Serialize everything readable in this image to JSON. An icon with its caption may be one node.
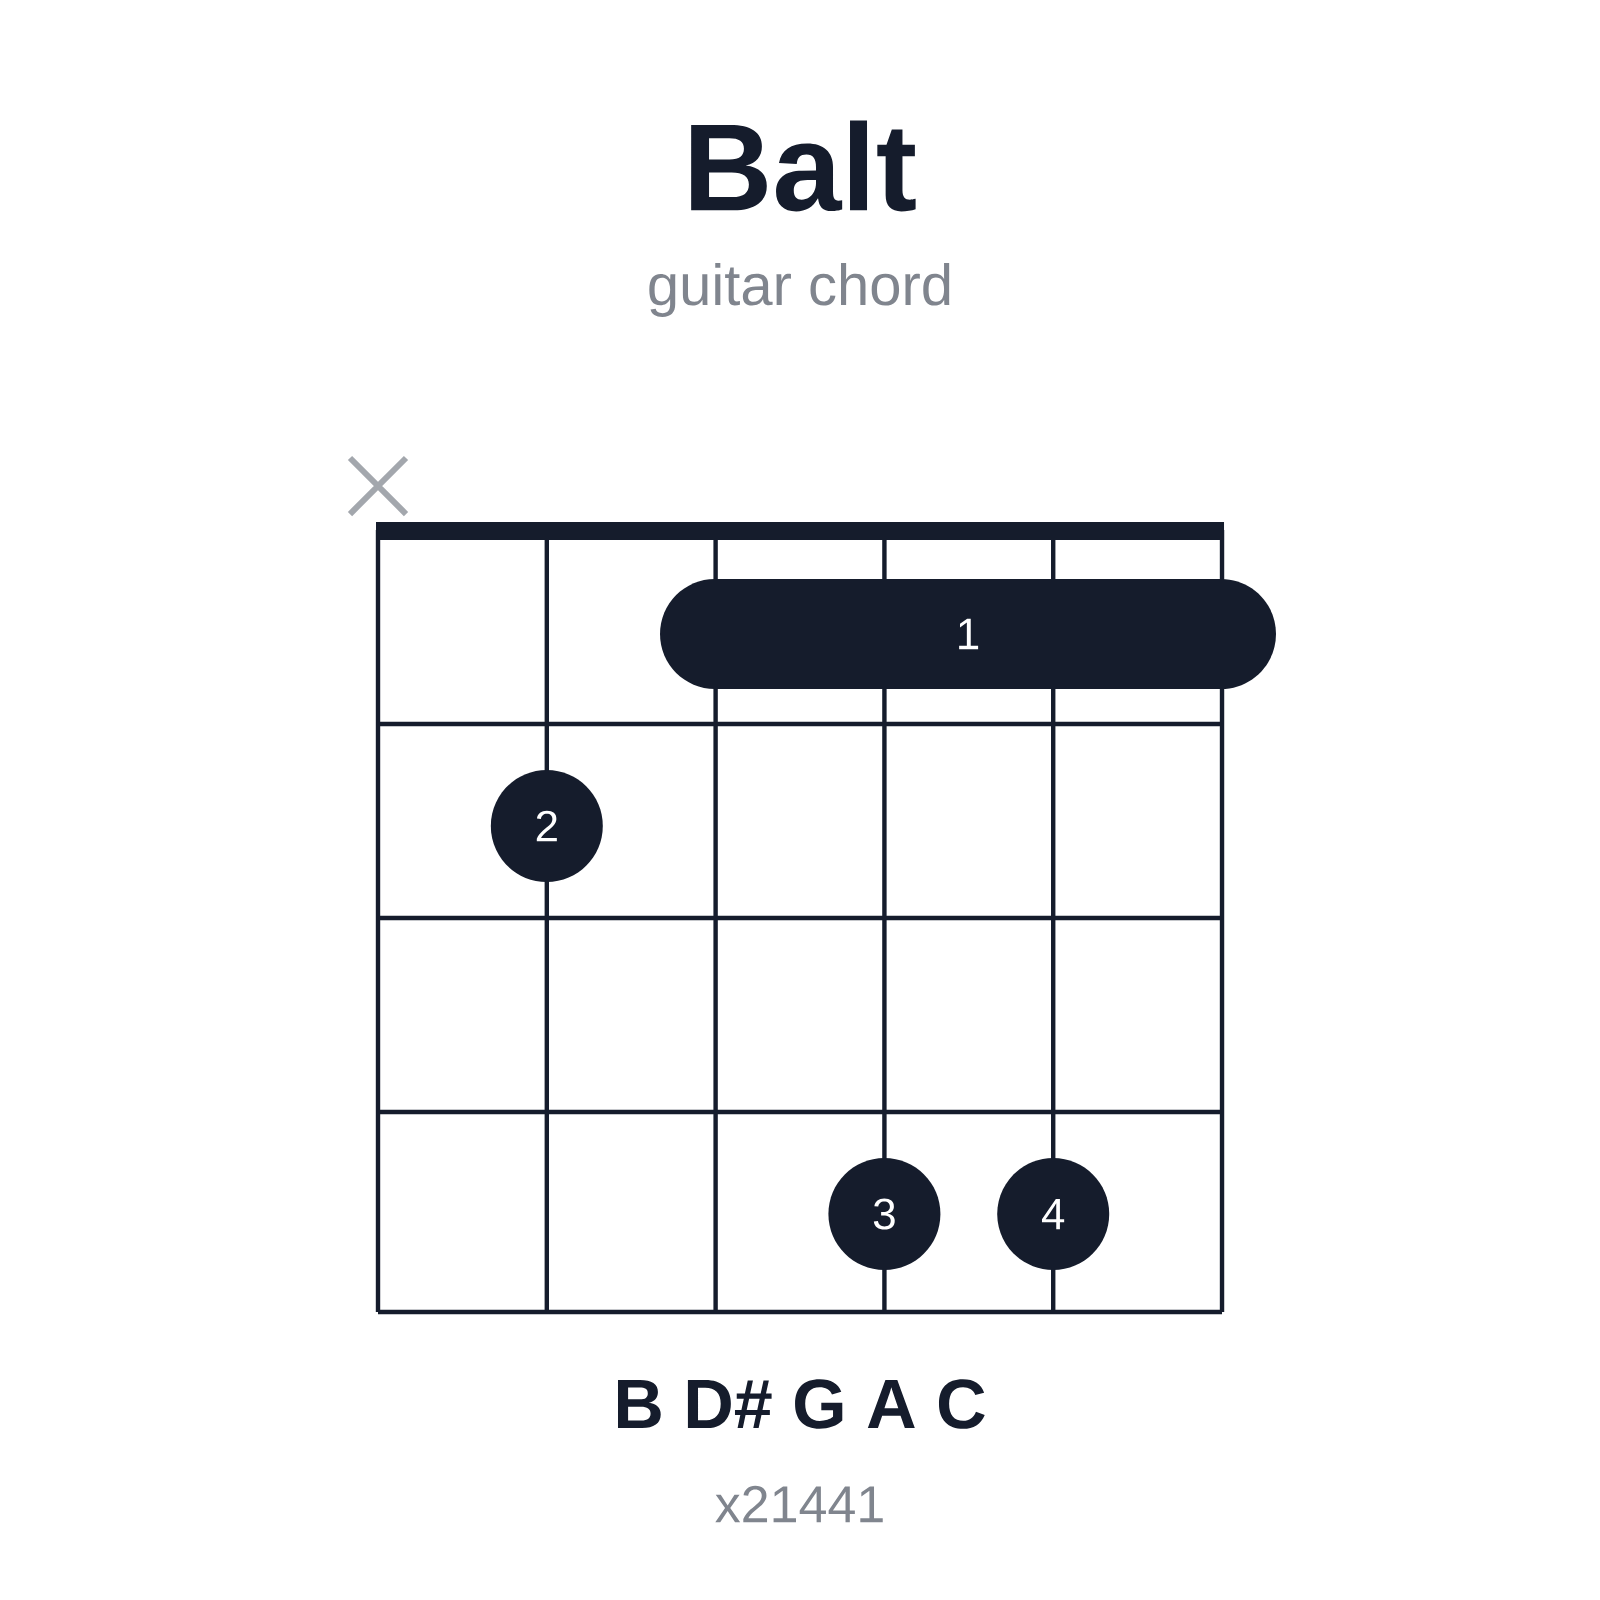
{
  "diagram": {
    "title": "Balt",
    "nodes": [
      {
        "text": [
          "1"
        ]
      },
      {
        "text": [
          "2"
        ]
      },
      {
        "text": [
          "3"
        ]
      },
      {
        "text": [
          "4"
        ]
      }
    ],
    "labels": [
      "guitar chord",
      "B D# G A C",
      "x21441"
    ]
  }
}
